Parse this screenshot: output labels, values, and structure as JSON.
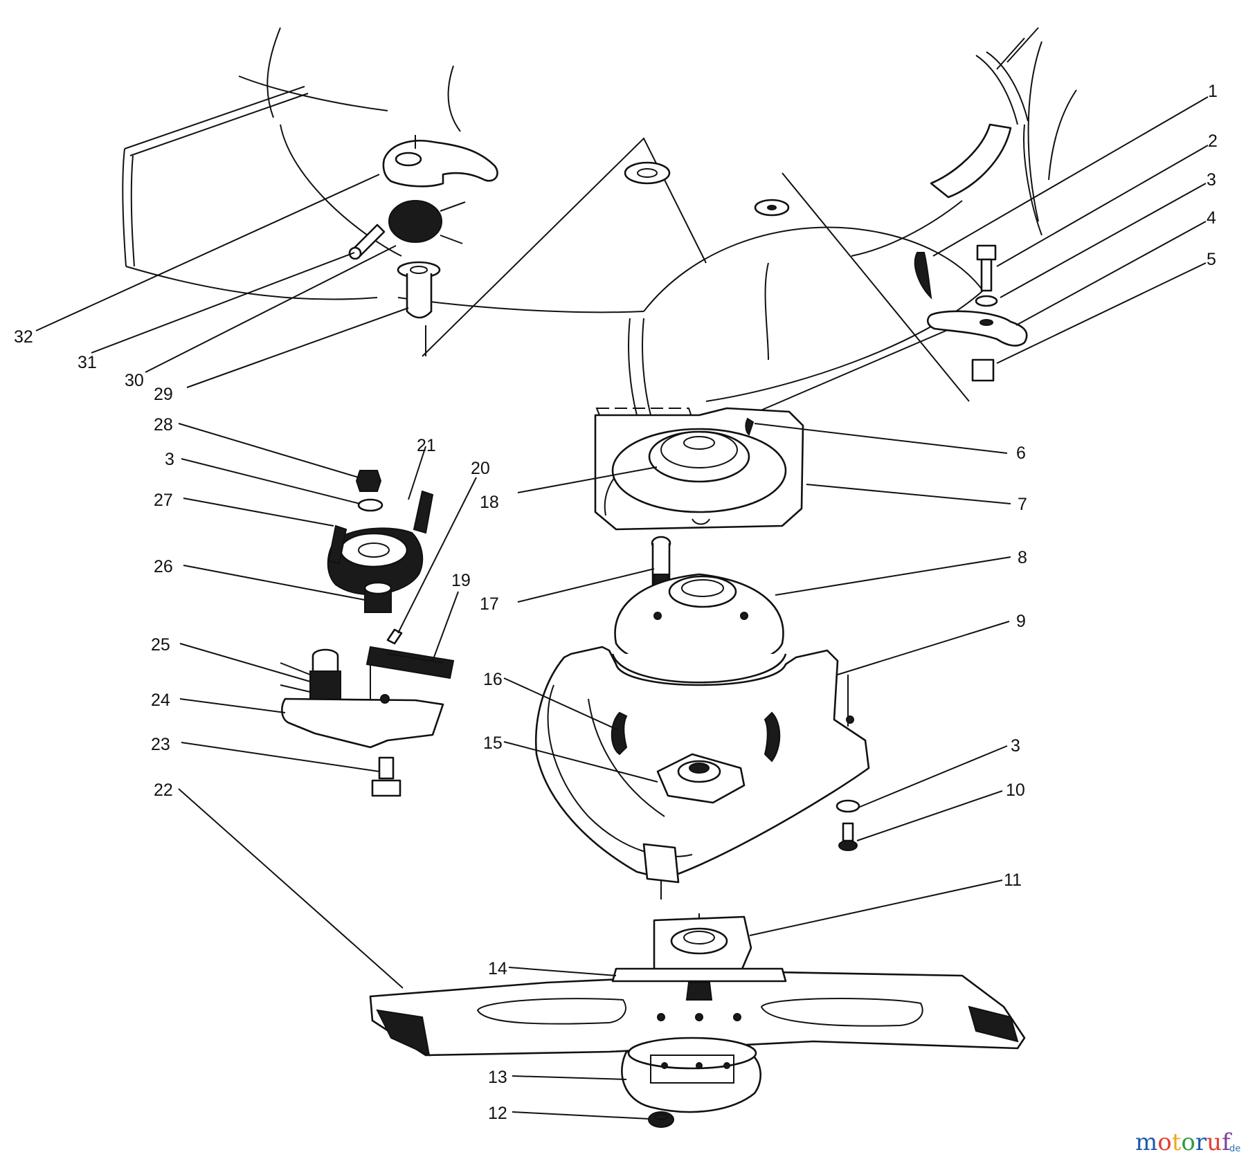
{
  "callouts": {
    "n1": "1",
    "n2": "2",
    "n3a": "3",
    "n4": "4",
    "n5": "5",
    "n6": "6",
    "n7": "7",
    "n8": "8",
    "n9": "9",
    "n3b": "3",
    "n10": "10",
    "n11": "11",
    "n32": "32",
    "n31": "31",
    "n30": "30",
    "n29": "29",
    "n28": "28",
    "n3c": "3",
    "n21": "21",
    "n20": "20",
    "n27": "27",
    "n18": "18",
    "n26": "26",
    "n19": "19",
    "n17": "17",
    "n25": "25",
    "n16": "16",
    "n24": "24",
    "n15": "15",
    "n23": "23",
    "n22": "22",
    "n14": "14",
    "n13": "13",
    "n12": "12"
  },
  "watermark": {
    "text": "motoruf",
    "tld": "de",
    "colors": [
      "#1e5aa8",
      "#e63c2e",
      "#f2a51f",
      "#2e9a48",
      "#1e5aa8",
      "#e63c2e",
      "#7a3fa0"
    ]
  }
}
